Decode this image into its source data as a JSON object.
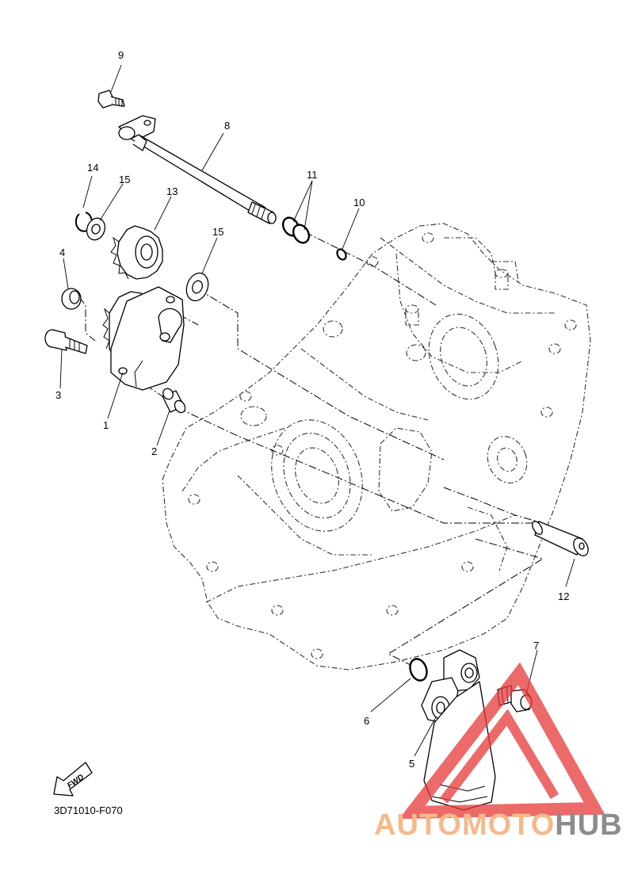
{
  "diagram_code": "3D71010-F070",
  "fwd_label": "FWD",
  "watermark": {
    "part1": "AUTOMOTO",
    "part2": "HUB",
    "color1": "#f5b98a",
    "color2": "#8c8c8c",
    "logo_color": "#e8393a"
  },
  "callouts": {
    "p1": "1",
    "p2": "2",
    "p3": "3",
    "p4": "4",
    "p5": "5",
    "p6": "6",
    "p7": "7",
    "p8": "8",
    "p9": "9",
    "p10": "10",
    "p11": "11",
    "p12": "12",
    "p13": "13",
    "p14": "14",
    "p15a": "15",
    "p15b": "15"
  }
}
